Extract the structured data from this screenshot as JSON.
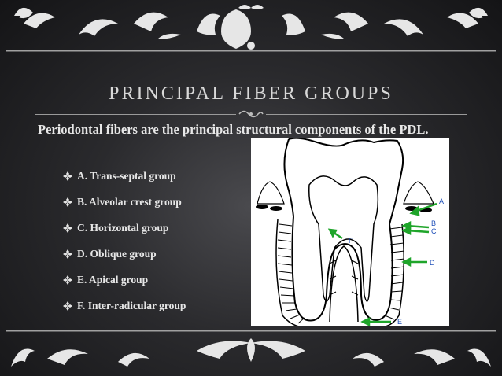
{
  "slide": {
    "title": "PRINCIPAL FIBER GROUPS",
    "intro": "Periodontal fibers are the principal structural components of the PDL.",
    "groups": [
      "A. Trans-septal group",
      "B. Alveolar crest group",
      "C. Horizontal group",
      "D. Oblique group",
      "E. Apical group",
      "F. Inter-radicular group"
    ],
    "bullet_icon": "diamond-cluster-icon",
    "frame_icon": "baroque-scroll-ornament"
  },
  "diagram": {
    "labels": {
      "a": "A",
      "b": "B",
      "c": "C",
      "d": "D",
      "e": "E",
      "f": "F"
    },
    "arrow_color": "#1fa52a",
    "label_color": "#1e4fb8"
  },
  "colors": {
    "background": "#2a2a2d",
    "text": "#e6e6e6",
    "ornament": "#e8e8e8"
  }
}
